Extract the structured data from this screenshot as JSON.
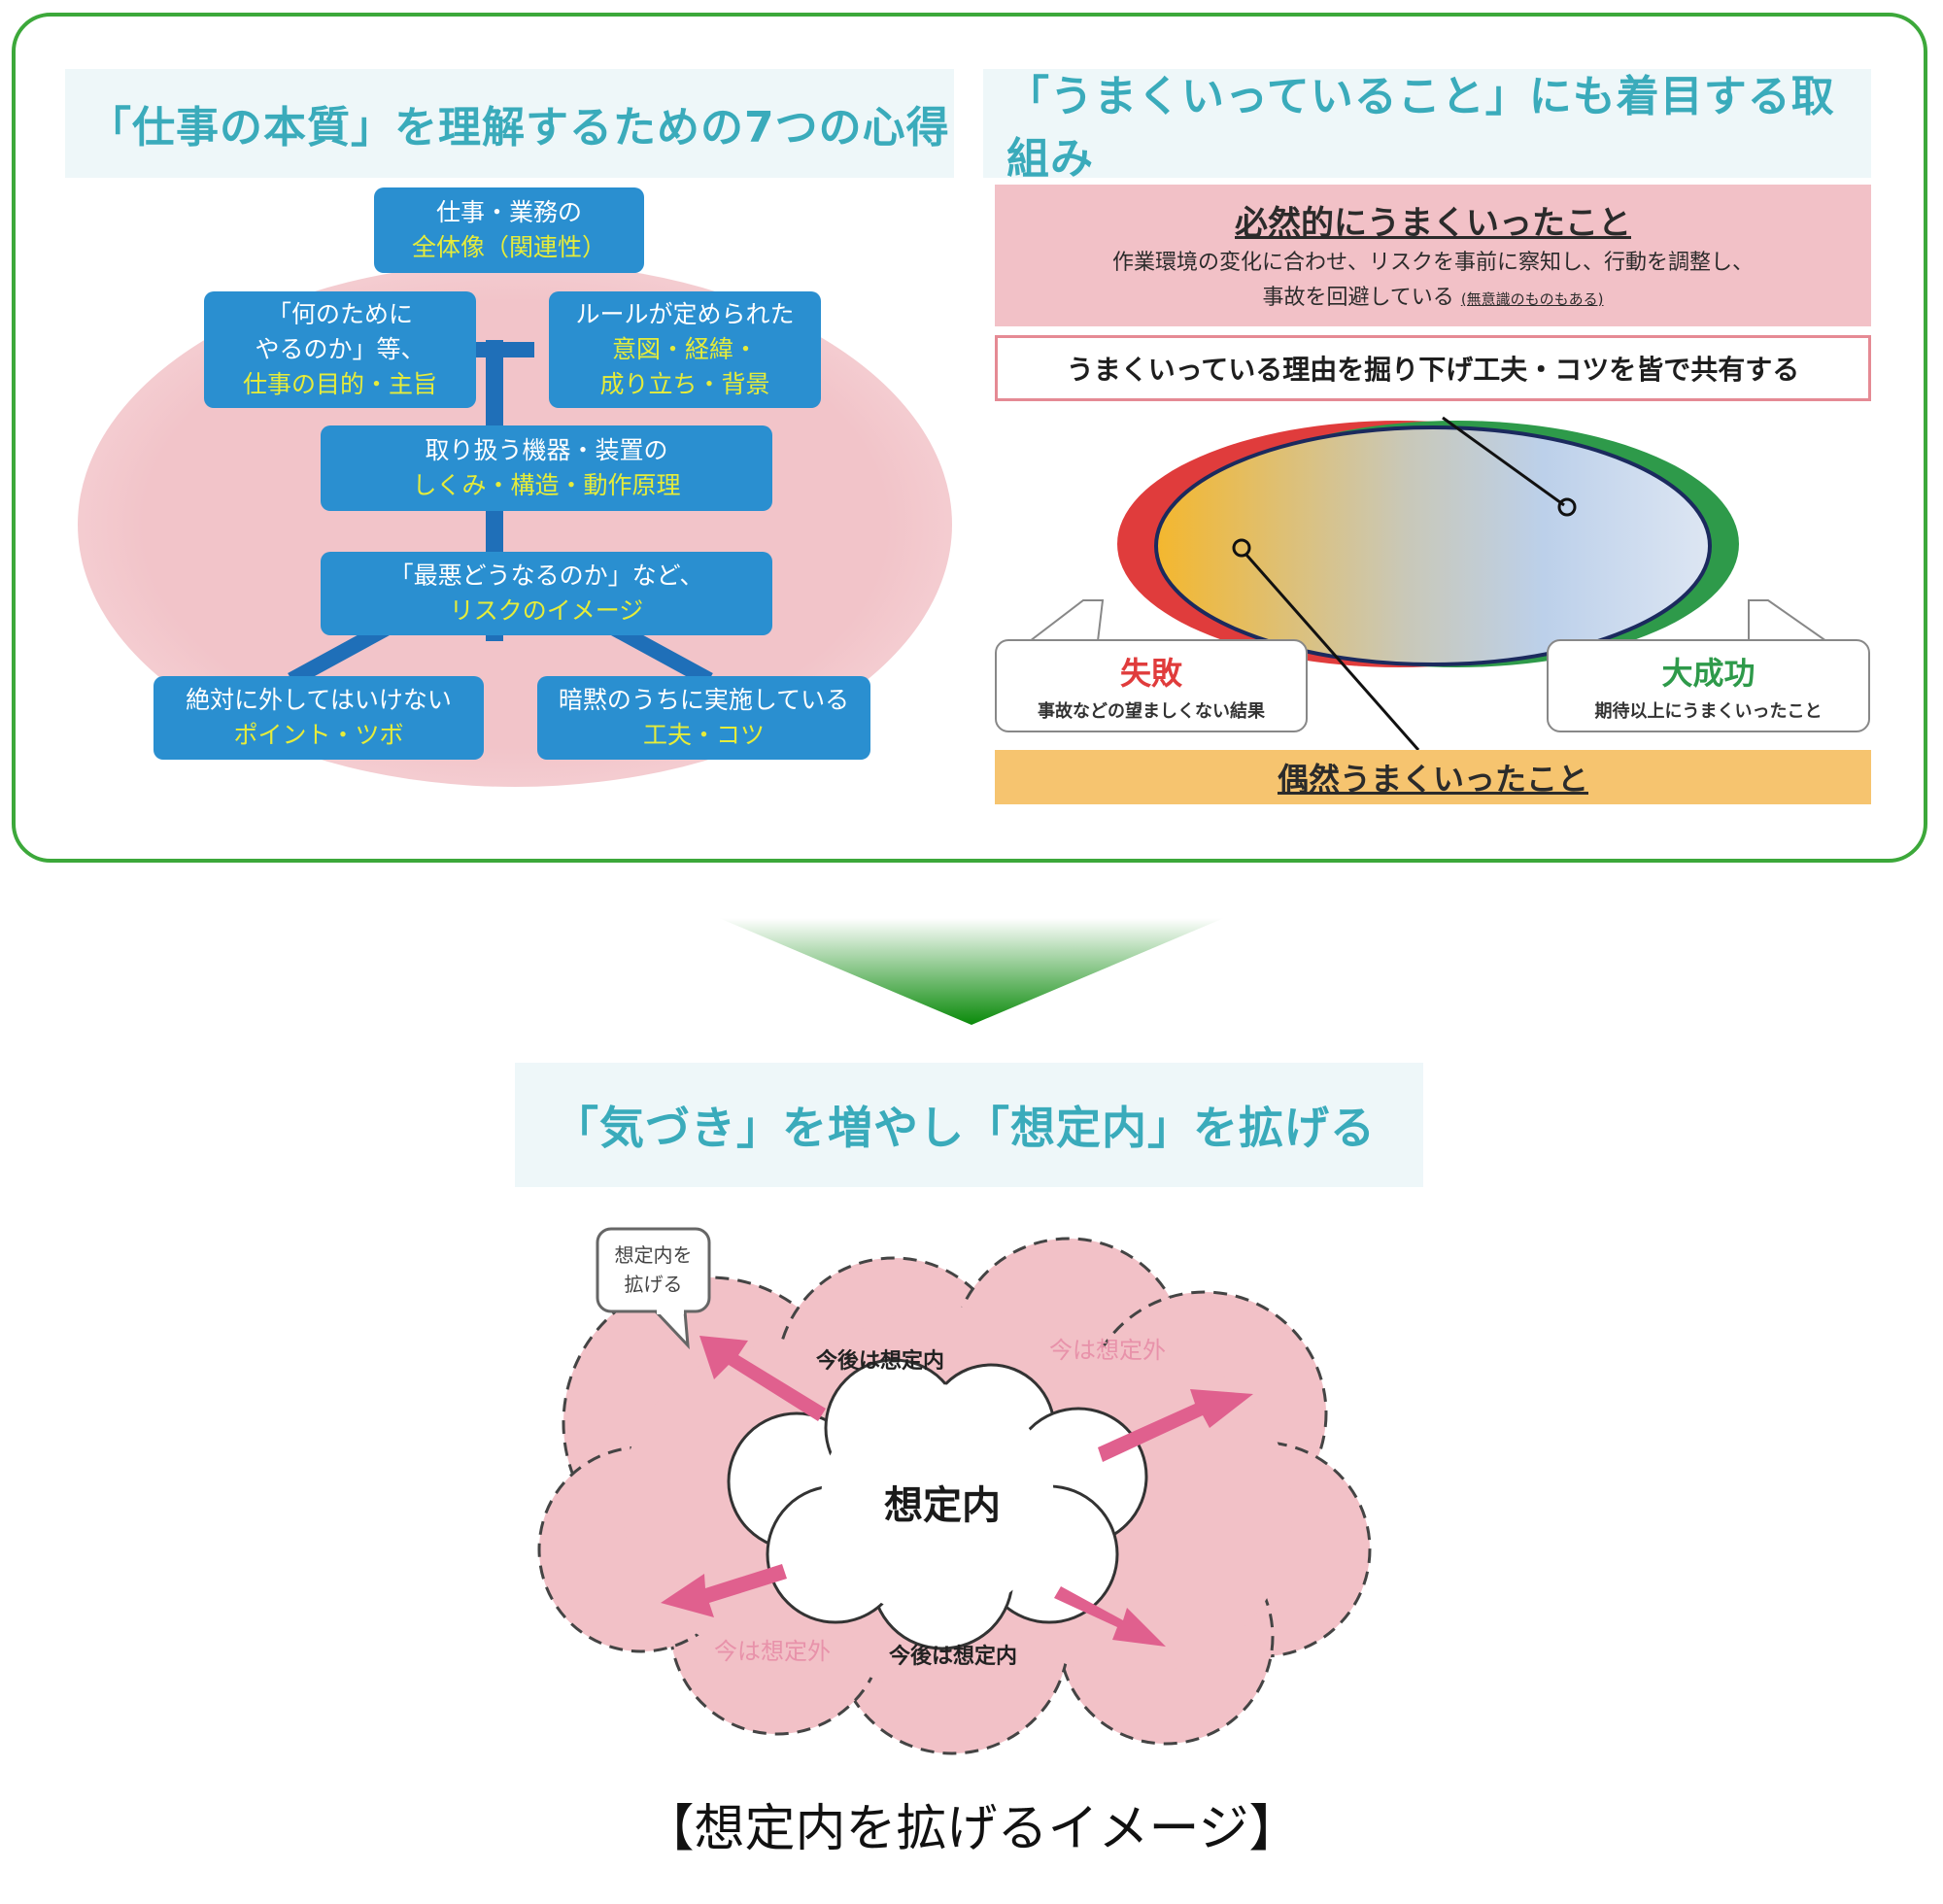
{
  "top_panel": {
    "left": {
      "heading": "「仕事の本質」を理解するための7つの心得",
      "boxes": [
        {
          "line1": "仕事・業務の",
          "line2": "全体像（関連性）"
        },
        {
          "line1": "「何のために",
          "line1b": "やるのか」等、",
          "line2": "仕事の目的・主旨"
        },
        {
          "line1": "ルールが定められた",
          "line2": "意図・経緯・",
          "line2b": "成り立ち・背景"
        },
        {
          "line1": "取り扱う機器・装置の",
          "line2": "しくみ・構造・動作原理"
        },
        {
          "line1": "「最悪どうなるのか」など、",
          "line2": "リスクのイメージ"
        },
        {
          "line1": "絶対に外してはいけない",
          "line2": "ポイント・ツボ"
        },
        {
          "line1": "暗黙のうちに実施している",
          "line2": "工夫・コツ"
        }
      ]
    },
    "right": {
      "heading": "「うまくいっていること」にも着目する取組み",
      "inevitable_title": "必然的にうまくいったこと",
      "inevitable_desc_1": "作業環境の変化に合わせ、リスクを事前に察知し、行動を調整し、",
      "inevitable_desc_2": "事故を回避している",
      "inevitable_note": "(無意識のものもある)",
      "share_text": "うまくいっている理由を掘り下げ工夫・コツを皆で共有する",
      "failure_title": "失敗",
      "failure_desc": "事故などの望ましくない結果",
      "success_title": "大成功",
      "success_desc": "期待以上にうまくいったこと",
      "accidental_text": "偶然うまくいったこと"
    }
  },
  "bottom": {
    "heading": "「気づき」を増やし「想定内」を拡げる",
    "bubble_line1": "想定内を",
    "bubble_line2": "拡げる",
    "center_label": "想定内",
    "future_inside_top": "今後は想定内",
    "future_inside_bottom": "今後は想定内",
    "now_outside_top": "今は想定外",
    "now_outside_bottom": "今は想定外",
    "caption": "【想定内を拡げるイメージ】"
  },
  "colors": {
    "frame_green": "#3ca83a",
    "heading_teal": "#3aabbb",
    "box_blue": "#2a8fd0",
    "highlight_yellow": "#e6ec3a",
    "failure_red": "#e03c3c",
    "success_green": "#2e9a4a",
    "arrow_pink": "#e0608e"
  }
}
